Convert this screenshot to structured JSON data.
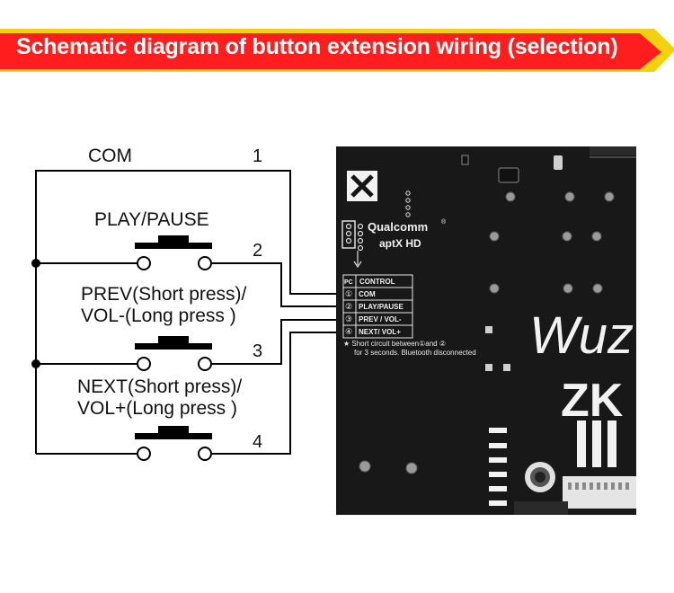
{
  "banner": {
    "title": "Schematic diagram of button extension wiring (selection)",
    "red": "#ff1e1e",
    "yellow": "#f2d10f"
  },
  "schematic": {
    "com_label": "COM",
    "pin_numbers": [
      "1",
      "2",
      "3",
      "4"
    ],
    "buttons": [
      {
        "lines": [
          "PLAY/PAUSE"
        ]
      },
      {
        "lines": [
          "PREV(Short press)/",
          "VOL-(Long press )"
        ]
      },
      {
        "lines": [
          "NEXT(Short press)/",
          "VOL+(Long press )"
        ]
      }
    ]
  },
  "board": {
    "brand": "Qualcomm",
    "codec": "aptX HD",
    "table_header": [
      "PC",
      "CONTROL"
    ],
    "rows": [
      {
        "num": "①",
        "label": "COM"
      },
      {
        "num": "②",
        "label": "PLAY/PAUSE"
      },
      {
        "num": "③",
        "label": "PREV / VOL-"
      },
      {
        "num": "④",
        "label": "NEXT/ VOL+"
      }
    ],
    "note_lines": [
      "★ Short circuit between①and ②",
      "for 3 seconds. Bluetooth disconnected"
    ],
    "script_text": "Wuz",
    "model_text": "ZK",
    "color": "#151515"
  }
}
